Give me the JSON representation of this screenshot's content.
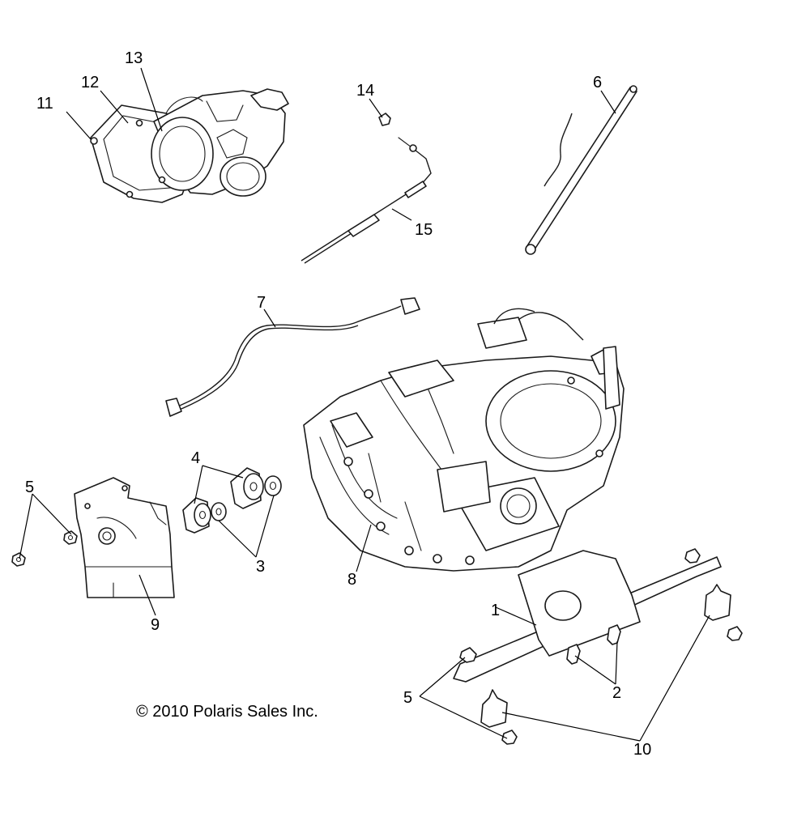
{
  "callouts": {
    "c1": "1",
    "c2": "2",
    "c3": "3",
    "c4": "4",
    "c5a": "5",
    "c5b": "5",
    "c6": "6",
    "c7": "7",
    "c8": "8",
    "c9": "9",
    "c10": "10",
    "c11": "11",
    "c12": "12",
    "c13": "13",
    "c14": "14",
    "c15": "15"
  },
  "copyright": "© 2010 Polaris Sales Inc."
}
